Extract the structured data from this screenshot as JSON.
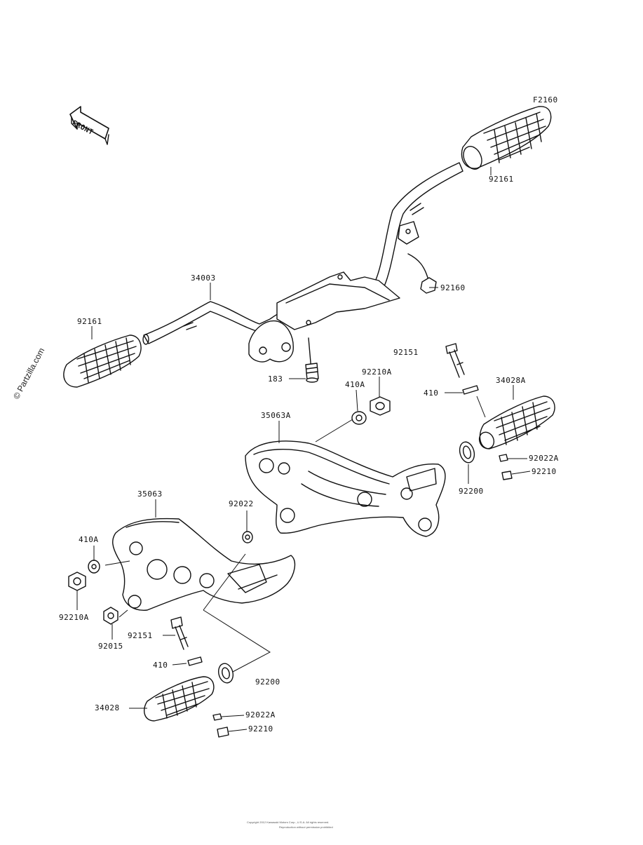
{
  "diagram": {
    "code": "F2160",
    "front_arrow_label": "FRONT",
    "watermark": "© Partzilla.com",
    "footer_line1": "Copyright 2012 Kawasaki Motors Corp., U.S.A. All rights reserved.",
    "footer_line2": "Reproduction without permission prohibited"
  },
  "parts": {
    "p92161_top": "92161",
    "p92160": "92160",
    "p34003": "34003",
    "p92161_left": "92161",
    "p183": "183",
    "p92151_top": "92151",
    "p92210A_top": "92210A",
    "p410A_top": "410A",
    "p410_top": "410",
    "p34028A": "34028A",
    "p35063A": "35063A",
    "p92022A_top": "92022A",
    "p92210_top": "92210",
    "p92200_top": "92200",
    "p35063": "35063",
    "p92022": "92022",
    "p410A_left": "410A",
    "p92210A_left": "92210A",
    "p92015": "92015",
    "p92151_bottom": "92151",
    "p410_bottom": "410",
    "p92200_bottom": "92200",
    "p34028": "34028",
    "p92022A_bottom": "92022A",
    "p92210_bottom": "92210"
  }
}
